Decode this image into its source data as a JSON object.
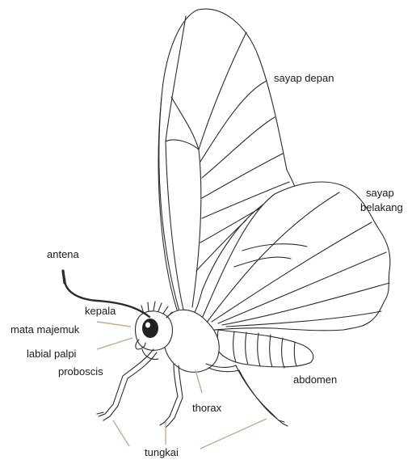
{
  "labels": {
    "forewing": "sayap depan",
    "hindwing_1": "sayap",
    "hindwing_2": "belakang",
    "antenna": "antena",
    "head": "kepala",
    "compound_eye": "mata majemuk",
    "labial_palp": "labial palpi",
    "proboscis": "proboscis",
    "abdomen": "abdomen",
    "thorax": "thorax",
    "legs": "tungkai"
  },
  "colors": {
    "outline": "#2b2b2b",
    "pointer": "#c9a98d",
    "eye": "#222222"
  }
}
